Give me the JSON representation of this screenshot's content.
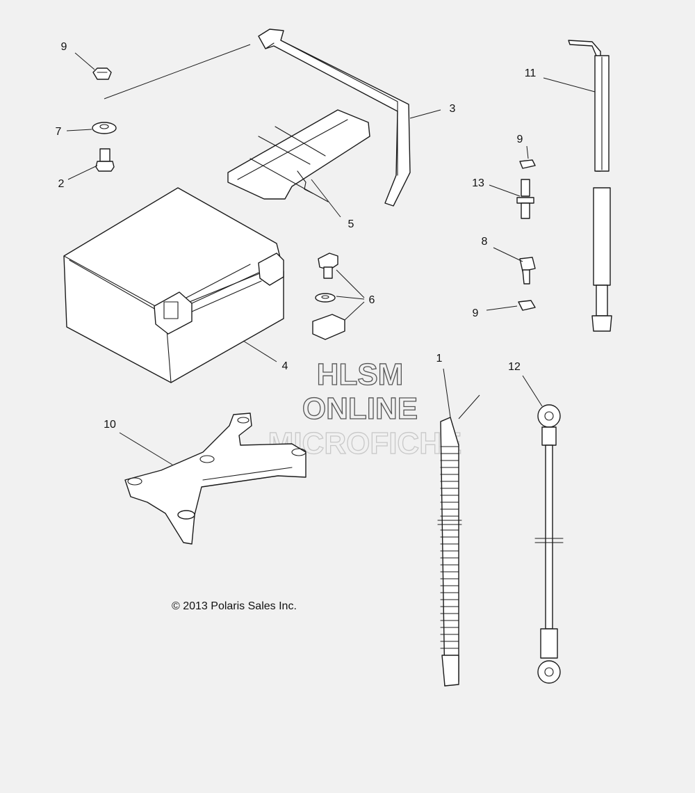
{
  "callouts": [
    {
      "id": "9a",
      "text": "9"
    },
    {
      "id": "7",
      "text": "7"
    },
    {
      "id": "2",
      "text": "2"
    },
    {
      "id": "3",
      "text": "3"
    },
    {
      "id": "5",
      "text": "5"
    },
    {
      "id": "11",
      "text": "11"
    },
    {
      "id": "9b",
      "text": "9"
    },
    {
      "id": "13",
      "text": "13"
    },
    {
      "id": "8",
      "text": "8"
    },
    {
      "id": "9c",
      "text": "9"
    },
    {
      "id": "6",
      "text": "6"
    },
    {
      "id": "4",
      "text": "4"
    },
    {
      "id": "1",
      "text": "1"
    },
    {
      "id": "12",
      "text": "12"
    },
    {
      "id": "10",
      "text": "10"
    }
  ],
  "copyright": "© 2013 Polaris Sales Inc.",
  "watermark": {
    "line1": "HLSM",
    "line2": "ONLINE",
    "line3": "MICROFICHE"
  }
}
